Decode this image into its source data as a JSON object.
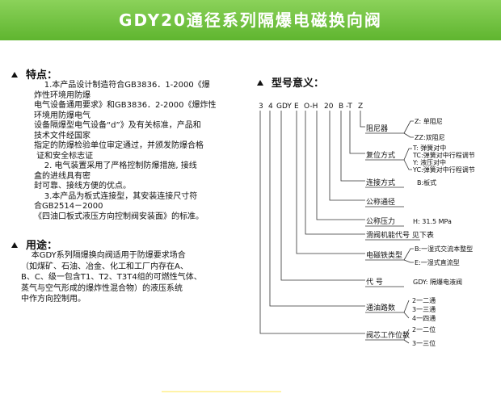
{
  "header": {
    "title": "GDY20通径系列隔爆电磁换向阀"
  },
  "features": {
    "heading": "特点：",
    "lines": [
      "    1.本产品设计制造符合GB3836．1-2000《爆",
      "炸性环境用防爆",
      "电气设备通用要求》和GB3836．2-2000《爆炸性",
      "环境用防爆电气",
      "设备隔爆型电气设备“d”》及有关标准，产品和",
      "技术文件经国家",
      "指定的防爆检验单位审定通过，并颁发防爆合格",
      " 证和安全标志证",
      "    2. 电气装置采用了严格控制防爆措施, 接线",
      "盒的进线具有密",
      "封可靠、接线方便的优点。",
      "    3.本产品为板式连接型，其安装连接尺寸符",
      "合GB2514－2000",
      "《四油口板式液压方向控制阀安装面》的标准。"
    ]
  },
  "usage": {
    "heading": "用途：",
    "lines": [
      "    本GDY系列隔爆换向阀适用于防爆要求场合",
      "（如煤矿、石油、冶金、化工和工厂内存在A、",
      "B、C、级一包含T1、T2、T3T4组的可燃性气体、",
      "蒸气与空气形成的爆炸性混合物）的液压系统",
      "中作方向控制用。"
    ]
  },
  "model": {
    "heading": "型号意义：",
    "code": [
      "3",
      "4",
      "GDY",
      "E",
      "O-H",
      "20",
      "B",
      "-T",
      "Z"
    ],
    "fields": {
      "damper": "阻尼器",
      "reset": "复位方式",
      "connection": "连接方式",
      "bore": "公称通径",
      "pressure": "公称压力",
      "spool": "滑阀机能代号 见下表",
      "coil": "电磁铁类型",
      "code_label": "代    号",
      "oil_ports": "通油路数",
      "positions": "阀芯工作位数"
    },
    "damper_options": [
      "Z: 单阻尼",
      "ZZ:双阻尼"
    ],
    "reset_options": [
      "T:  弹簧对中",
      "TC:弹簧对中行程调节",
      "Y:  液压对中",
      "YC:弹簧对中行程调节"
    ],
    "connection_value": "B:板式",
    "pressure_value": "H:  31.5  MPa",
    "coil_options": [
      "B:一湿式交流本整型",
      "E:一湿式直流型"
    ],
    "code_value": "GDY:  隔爆电液阀",
    "oil_options": [
      "2一二通",
      "3一三通",
      "4一四通"
    ],
    "position_options": [
      "2一二位",
      "3一三位"
    ]
  }
}
